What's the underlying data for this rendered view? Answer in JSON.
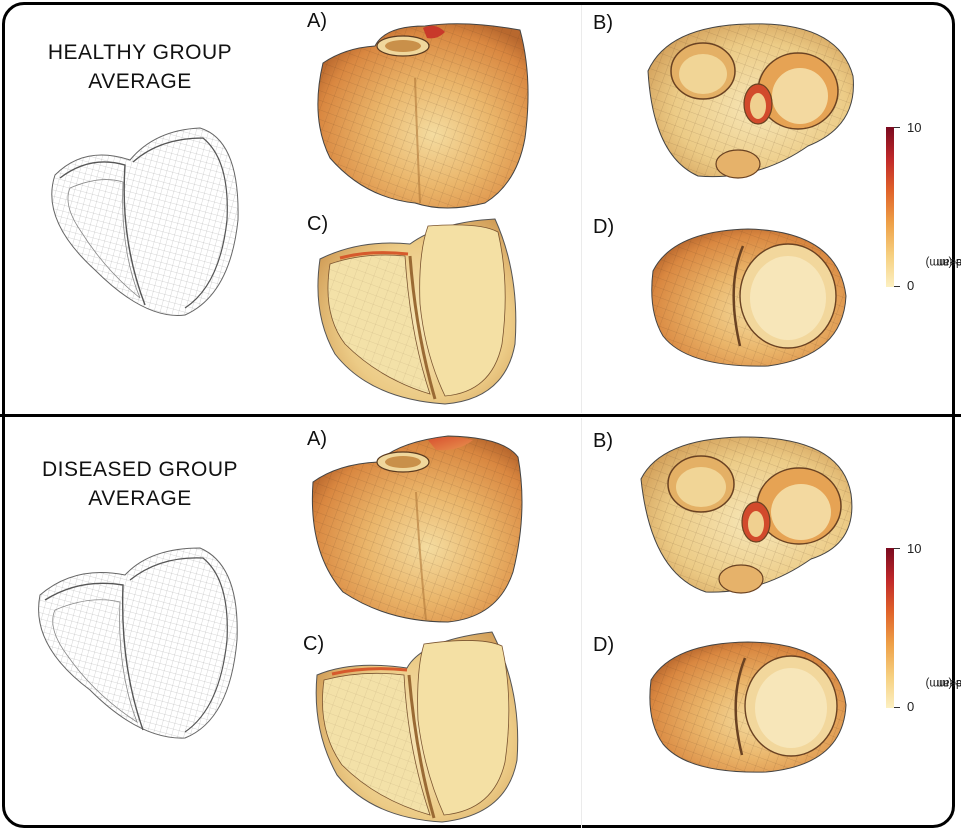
{
  "healthy": {
    "title_line1": "HEALTHY GROUP",
    "title_line2": "AVERAGE",
    "labels": {
      "a": "A)",
      "b": "B)",
      "c": "C)",
      "d": "D)"
    }
  },
  "diseased": {
    "title_line1": "DISEASED GROUP",
    "title_line2": "AVERAGE",
    "labels": {
      "a": "A)",
      "b": "B)",
      "c": "C)",
      "d": "D)"
    }
  },
  "colorbar": {
    "max": "10",
    "min": "0",
    "title_line1": "Euclidean",
    "title_line2": "distance (mm)",
    "colors": [
      "#7a0a1f",
      "#c0282a",
      "#e0632a",
      "#eea047",
      "#f6cf7f",
      "#fcf0c1"
    ]
  },
  "icons": {
    "wireframe": "heart-wireframe-icon",
    "surface": "heart-surface-icon"
  }
}
